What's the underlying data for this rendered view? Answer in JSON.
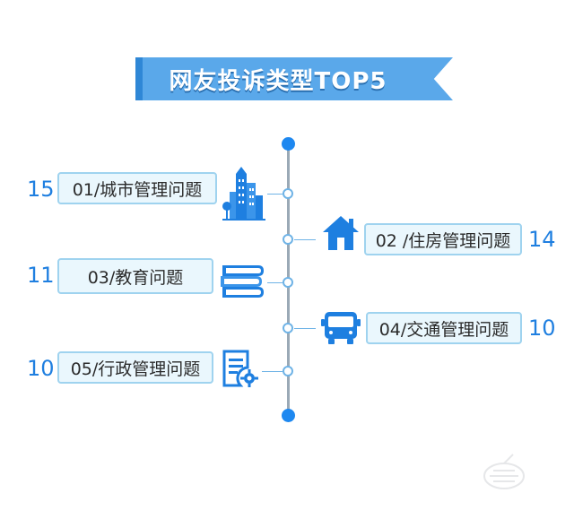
{
  "title": "网友投诉类型TOP5",
  "items": [
    {
      "label": "01/城市管理问题",
      "value": "15",
      "icon": "city-buildings-icon"
    },
    {
      "label": "02 /住房管理问题",
      "value": "14",
      "icon": "house-icon"
    },
    {
      "label": "03/教育问题",
      "value": "11",
      "icon": "books-icon"
    },
    {
      "label": "04/交通管理问题",
      "value": "10",
      "icon": "bus-icon"
    },
    {
      "label": "05/行政管理问题",
      "value": "10",
      "icon": "document-gear-icon"
    }
  ],
  "colors": {
    "banner": "#5aa8ea",
    "value_text": "#1f7fe0",
    "icon": "#1e7fe0",
    "box_border": "#9fd3ef",
    "box_fill": "#eaf7fd",
    "timeline": "#9aa9b6"
  }
}
